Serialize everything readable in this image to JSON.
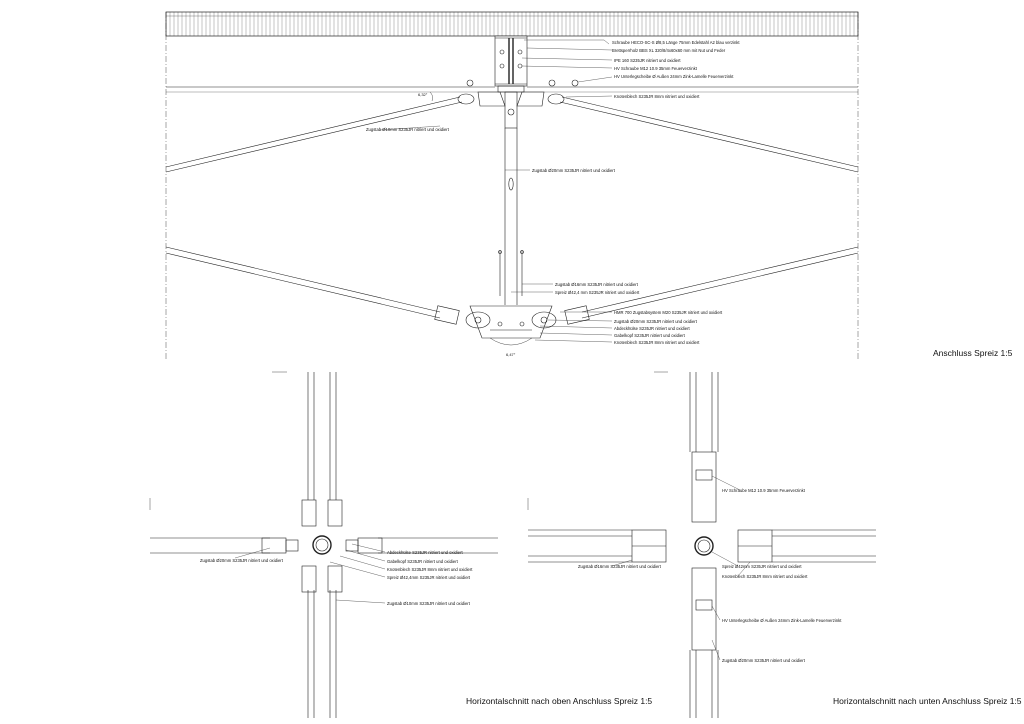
{
  "titles": {
    "top": "Anschluss Spreiz 1:5",
    "bottom_left": "Horizontalschnitt nach oben Anschluss Spreiz 1:5",
    "bottom_right": "Horizontalschnitt nach unten Anschluss Spreiz 1:5"
  },
  "elevation_labels": [
    "Schraube HECO-SC-S Ø8,5 Länge 75mm Edelstahl A2 blau verzinkt",
    "Brettsperrholz BBS XL 320/8/4x60x60 mm mit Nut und Feder",
    "IPE 160 S235JR nitriert und oxidiert",
    "HV Schraube M12 10.9 35mm Feuerverzinkt",
    "HV Unterlegscheibe Ø Außen 24mm Zink-Lamelle Feuerverzinkt",
    "Knotenblech S235JR 8mm nitriert und oxidiert",
    "Zugstab Ø10mm S235JR nitriert und oxidiert",
    "Zugstab Ø20mm S235JR nitriert und oxidiert",
    "Zugstab Ø16mm S235JR nitriert und oxidiert",
    "Spreiz Ø42,4 mm S235JR nitriert und oxidiert",
    "HMR 700 Zugstabsystem M20 S235JR nitriert und oxidiert",
    "Zugstab Ø20mm S235JR nitriert und oxidiert",
    "Abdeckhülse S235JR nitriert und oxidiert",
    "Gabelkopf S235JR nitriert und oxidiert",
    "Knotenblech S235JR 8mm nitriert und oxidiert"
  ],
  "angles": {
    "upper": "6,32°",
    "lower": "6,47°"
  },
  "left_section_labels": [
    "Zugstab Ø20mm S235JR nitriert und oxidiert",
    "Abdeckhülse S235JR nitriert und oxidiert",
    "Gabelkopf S235JR nitriert und oxidiert",
    "Knotenblech S235JR 8mm nitriert und oxidiert",
    "Spreiz Ø42,4mm S235JR nitriert und oxidiert",
    "Zugstab Ø10mm S235JR nitriert und oxidiert"
  ],
  "right_section_labels": [
    "HV Schraube M12 10.9 35mm Feuerverzinkt",
    "Zugstab Ø16mm S235JR nitriert und oxidiert",
    "Spreiz Ø42mm S235JR nitriert und oxidiert",
    "Knotenblech S235JR 8mm nitriert und oxidiert",
    "HV Unterlegscheibe Ø Außen 24mm Zink-Lamelle Feuerverzinkt",
    "Zugstab Ø20mm S235JR nitriert und oxidiert"
  ]
}
